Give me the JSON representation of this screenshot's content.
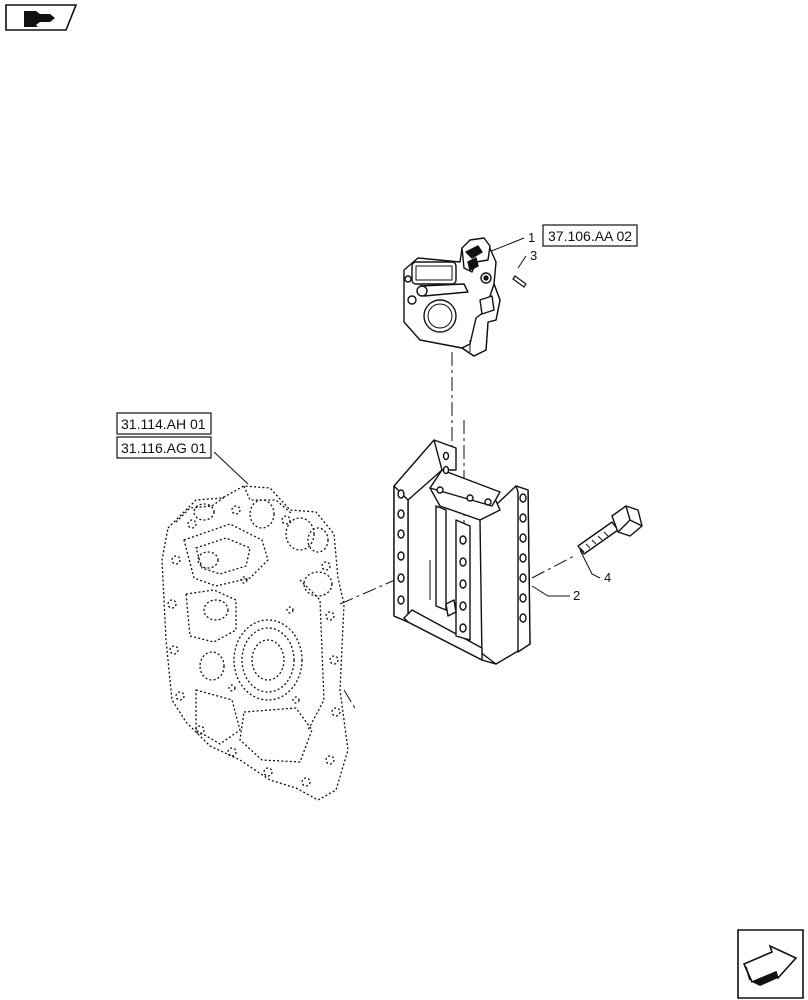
{
  "diagram": {
    "icons": {
      "top_left": "book-pointer-icon",
      "bottom_right": "next-page-arrow-icon"
    },
    "references": [
      {
        "id": "ref-a",
        "label": "37.106.AA 02"
      },
      {
        "id": "ref-b",
        "label": "31.114.AH 01"
      },
      {
        "id": "ref-c",
        "label": "31.116.AG 01"
      }
    ],
    "callouts": [
      {
        "id": "c1",
        "label": "1"
      },
      {
        "id": "c2",
        "label": "2"
      },
      {
        "id": "c3",
        "label": "3"
      },
      {
        "id": "c4",
        "label": "4"
      }
    ],
    "colors": {
      "ink": "#111111",
      "paper": "#ffffff"
    }
  }
}
